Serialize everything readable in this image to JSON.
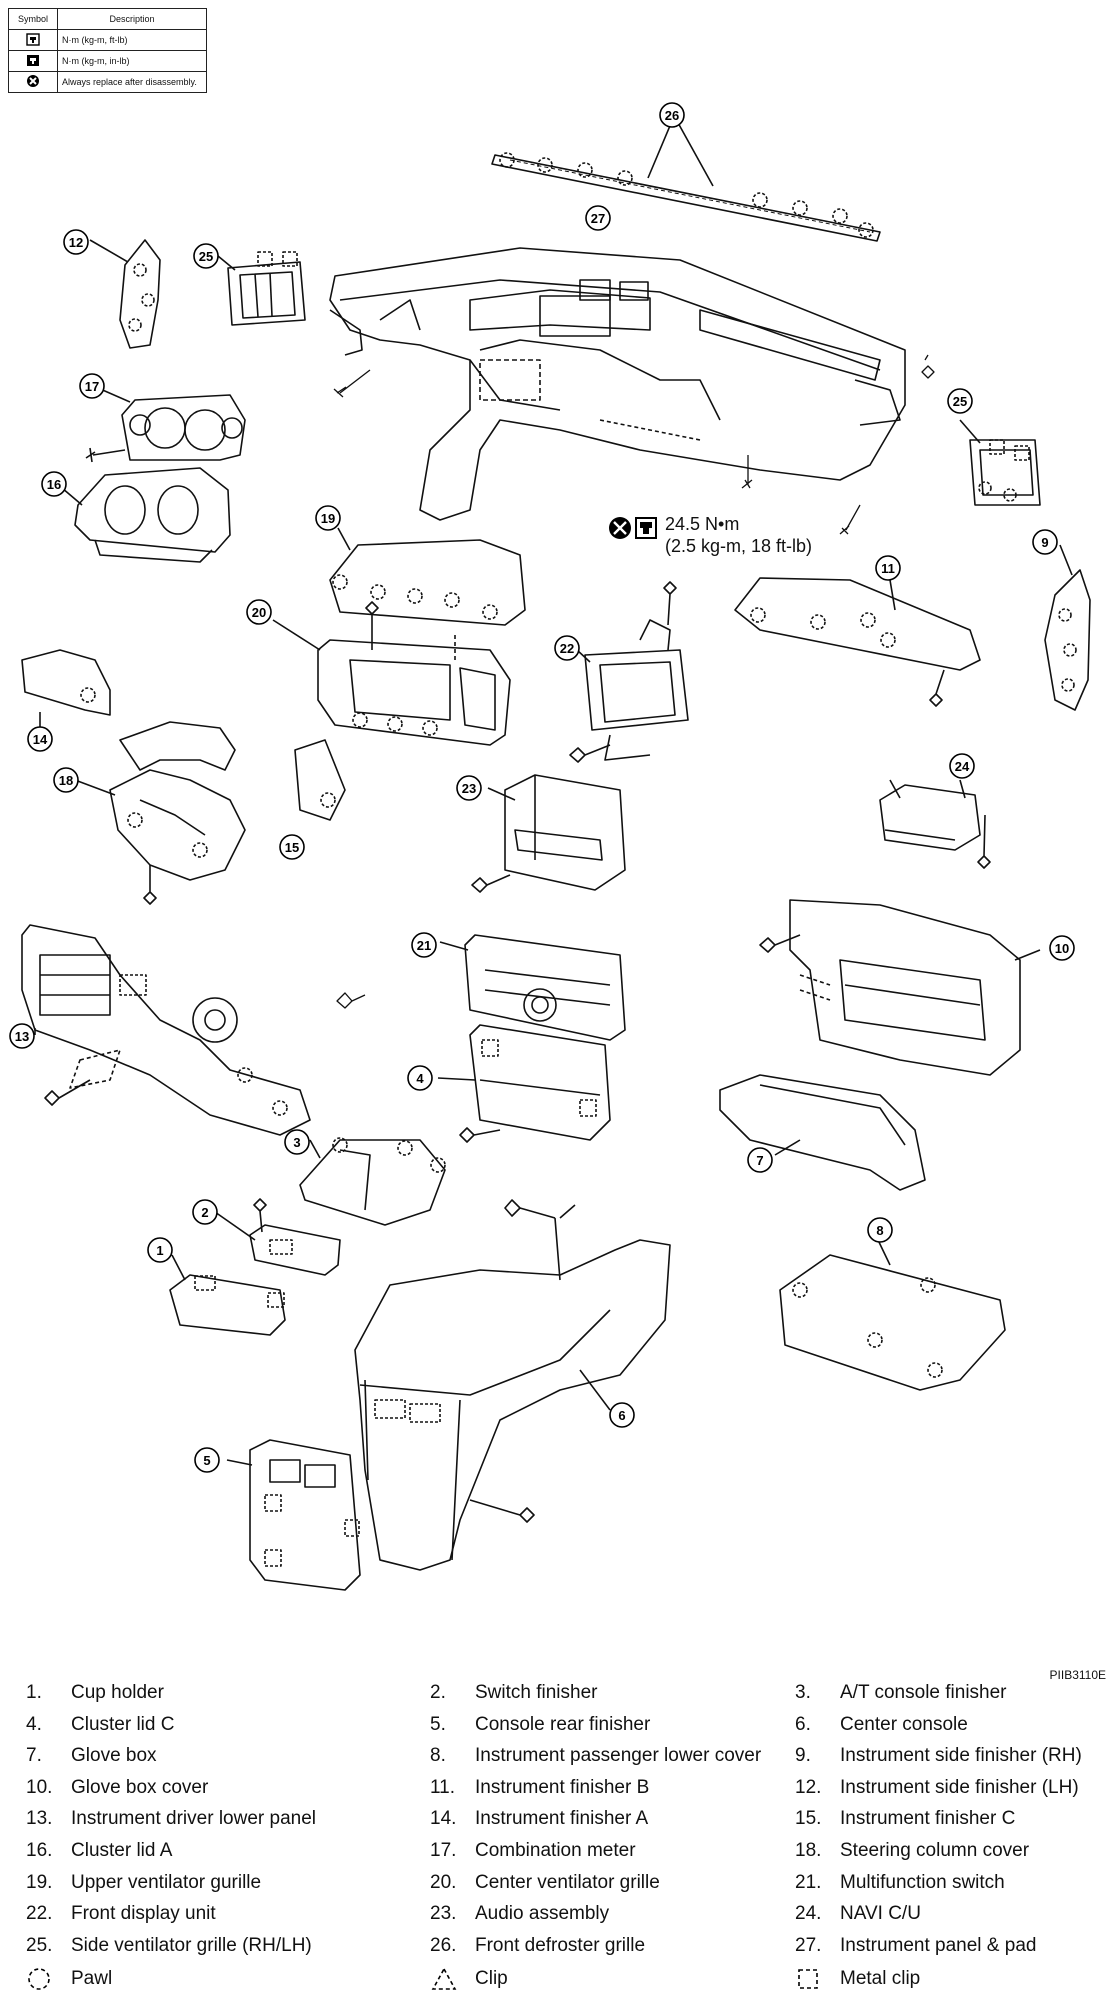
{
  "symbol_table": {
    "headers": [
      "Symbol",
      "Description"
    ],
    "rows": [
      {
        "icon": "torque-ft-lb-icon",
        "description": "N·m (kg-m, ft-lb)"
      },
      {
        "icon": "torque-in-lb-icon",
        "description": "N·m (kg-m, in-lb)"
      },
      {
        "icon": "always-replace-icon",
        "description": "Always replace after disassembly."
      }
    ]
  },
  "torque": {
    "line1": "24.5 N•m",
    "line2": "(2.5 kg-m, 18 ft-lb)"
  },
  "callouts": [
    "1",
    "2",
    "3",
    "4",
    "5",
    "6",
    "7",
    "8",
    "9",
    "10",
    "11",
    "12",
    "13",
    "14",
    "15",
    "16",
    "17",
    "18",
    "19",
    "20",
    "21",
    "22",
    "23",
    "24",
    "25",
    "26",
    "27",
    "25"
  ],
  "figure_code": "PIIB3110E",
  "parts": [
    {
      "num": "1.",
      "label": "Cup holder"
    },
    {
      "num": "2.",
      "label": "Switch finisher"
    },
    {
      "num": "3.",
      "label": "A/T console finisher"
    },
    {
      "num": "4.",
      "label": "Cluster lid C"
    },
    {
      "num": "5.",
      "label": "Console rear finisher"
    },
    {
      "num": "6.",
      "label": "Center console"
    },
    {
      "num": "7.",
      "label": "Glove box"
    },
    {
      "num": "8.",
      "label": "Instrument passenger lower cover"
    },
    {
      "num": "9.",
      "label": "Instrument side finisher (RH)"
    },
    {
      "num": "10.",
      "label": "Glove box cover"
    },
    {
      "num": "11.",
      "label": "Instrument finisher B"
    },
    {
      "num": "12.",
      "label": "Instrument side finisher (LH)"
    },
    {
      "num": "13.",
      "label": "Instrument driver lower panel"
    },
    {
      "num": "14.",
      "label": "Instrument finisher A"
    },
    {
      "num": "15.",
      "label": "Instrument finisher C"
    },
    {
      "num": "16.",
      "label": "Cluster lid A"
    },
    {
      "num": "17.",
      "label": "Combination meter"
    },
    {
      "num": "18.",
      "label": "Steering column cover"
    },
    {
      "num": "19.",
      "label": "Upper ventilator gurille"
    },
    {
      "num": "20.",
      "label": "Center ventilator grille"
    },
    {
      "num": "21.",
      "label": "Multifunction switch"
    },
    {
      "num": "22.",
      "label": "Front display unit"
    },
    {
      "num": "23.",
      "label": "Audio assembly"
    },
    {
      "num": "24.",
      "label": "NAVI C/U"
    },
    {
      "num": "25.",
      "label": "Side ventilator grille (RH/LH)"
    },
    {
      "num": "26.",
      "label": "Front defroster grille"
    },
    {
      "num": "27.",
      "label": "Instrument panel & pad"
    }
  ],
  "symbol_legend": [
    {
      "icon": "pawl-icon",
      "label": "Pawl"
    },
    {
      "icon": "clip-icon",
      "label": "Clip"
    },
    {
      "icon": "metal-clip-icon",
      "label": "Metal clip"
    }
  ]
}
